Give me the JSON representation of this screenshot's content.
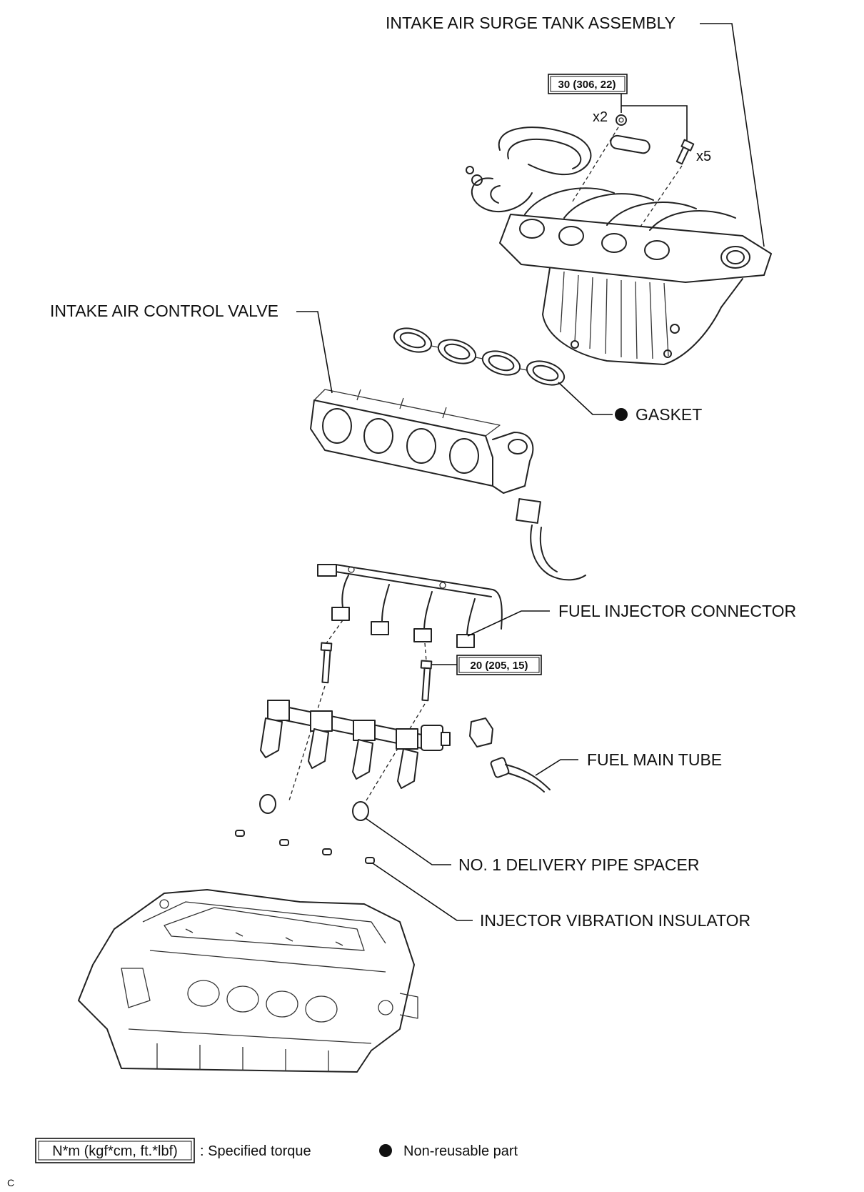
{
  "labels": {
    "surge_tank": "INTAKE AIR SURGE TANK ASSEMBLY",
    "control_valve": "INTAKE AIR CONTROL VALVE",
    "gasket": "GASKET",
    "injector_connector": "FUEL INJECTOR CONNECTOR",
    "fuel_main_tube": "FUEL MAIN TUBE",
    "pipe_spacer": "NO. 1 DELIVERY PIPE SPACER",
    "vibration_insulator": "INJECTOR VIBRATION INSULATOR"
  },
  "torques": {
    "surge_tank": "30 (306, 22)",
    "delivery_pipe": "20 (205, 15)"
  },
  "quantities": {
    "nuts": "x2",
    "bolts": "x5"
  },
  "legend": {
    "torque_unit": "N*m (kgf*cm, ft.*lbf)",
    "torque_desc": ": Specified torque",
    "nonreusable": "Non-reusable part"
  },
  "corner_mark": "C"
}
